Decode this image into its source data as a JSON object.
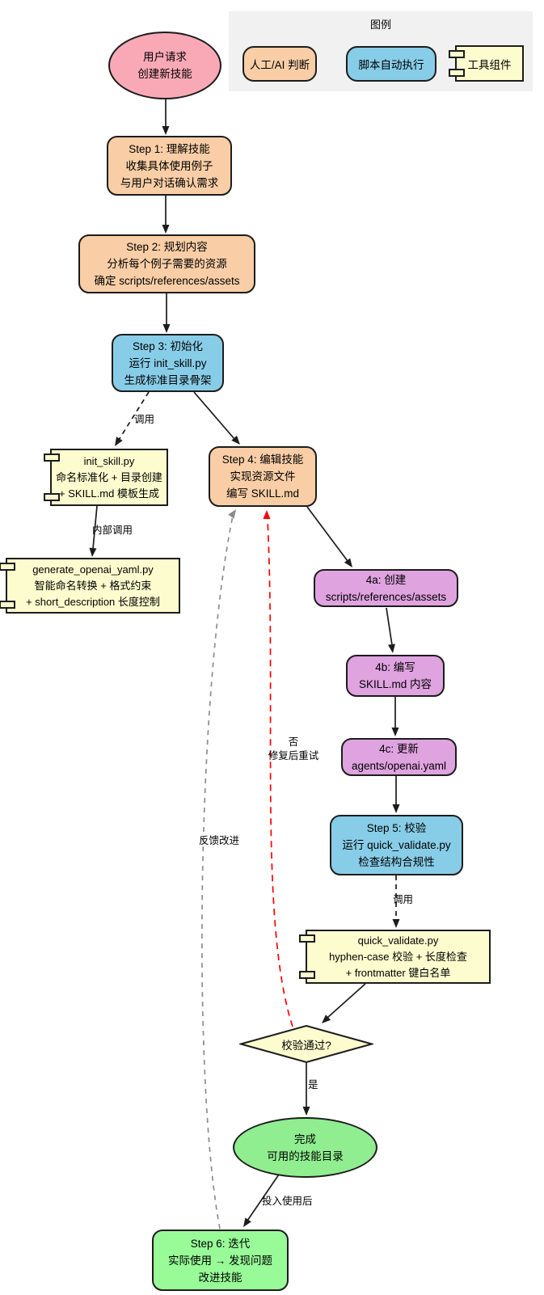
{
  "legend": {
    "title": "图例",
    "items": [
      {
        "label": "人工/AI 判断",
        "fill": "#F9CEA6"
      },
      {
        "label": "脚本自动执行",
        "fill": "#88CDE8"
      },
      {
        "label": "工具组件",
        "fill": "#FDFCCE"
      }
    ],
    "bg": "#F1F1F1"
  },
  "nodes": {
    "start": {
      "line1": "用户请求",
      "line2": "创建新技能"
    },
    "step1": {
      "line1": "Step 1: 理解技能",
      "line2": "收集具体使用例子",
      "line3": "与用户对话确认需求"
    },
    "step2": {
      "line1": "Step 2: 规划内容",
      "line2": "分析每个例子需要的资源",
      "line3": "确定 scripts/references/assets"
    },
    "step3": {
      "line1": "Step 3: 初始化",
      "line2": "运行 init_skill.py",
      "line3": "生成标准目录骨架"
    },
    "init_tool": {
      "line1": "init_skill.py",
      "line2": "命名标准化 + 目录创建",
      "line3": "+ SKILL.md 模板生成"
    },
    "step4": {
      "line1": "Step 4: 编辑技能",
      "line2": "实现资源文件",
      "line3": "编写 SKILL.md"
    },
    "generate_tool": {
      "line1": "generate_openai_yaml.py",
      "line2": "智能命名转换 + 格式约束",
      "line3": "+ short_description 长度控制"
    },
    "step4a": {
      "line1": "4a: 创建",
      "line2": "scripts/references/assets"
    },
    "step4b": {
      "line1": "4b: 编写",
      "line2": "SKILL.md 内容"
    },
    "step4c": {
      "line1": "4c: 更新",
      "line2": "agents/openai.yaml"
    },
    "step5": {
      "line1": "Step 5: 校验",
      "line2": "运行 quick_validate.py",
      "line3": "检查结构合规性"
    },
    "validate_tool": {
      "line1": "quick_validate.py",
      "line2": "hyphen-case 校验 + 长度检查",
      "line3": "+ frontmatter 键白名单"
    },
    "decision": {
      "label": "校验通过?"
    },
    "done": {
      "line1": "完成",
      "line2": "可用的技能目录"
    },
    "step6": {
      "line1": "Step 6: 迭代",
      "line2": "实际使用 → 发现问题",
      "line3": "改进技能"
    }
  },
  "edge_labels": {
    "call_init": "调用",
    "internal_call": "内部调用",
    "call_validate": "调用",
    "no": "否",
    "retry_after_fix": "修复后重试",
    "yes": "是",
    "after_deploy": "投入使用后",
    "feedback": "反馈改进"
  },
  "colors": {
    "manual": "#F9CEA6",
    "script": "#88CDE8",
    "substep": "#DFA3DF",
    "tool": "#FDFCCE",
    "start": "#F9A9B6",
    "done": "#90EE90",
    "iterate": "#98FB98",
    "edge": "#1c1c1c",
    "retry_edge": "#FF0000",
    "feedback_edge": "#8C8C8C"
  }
}
